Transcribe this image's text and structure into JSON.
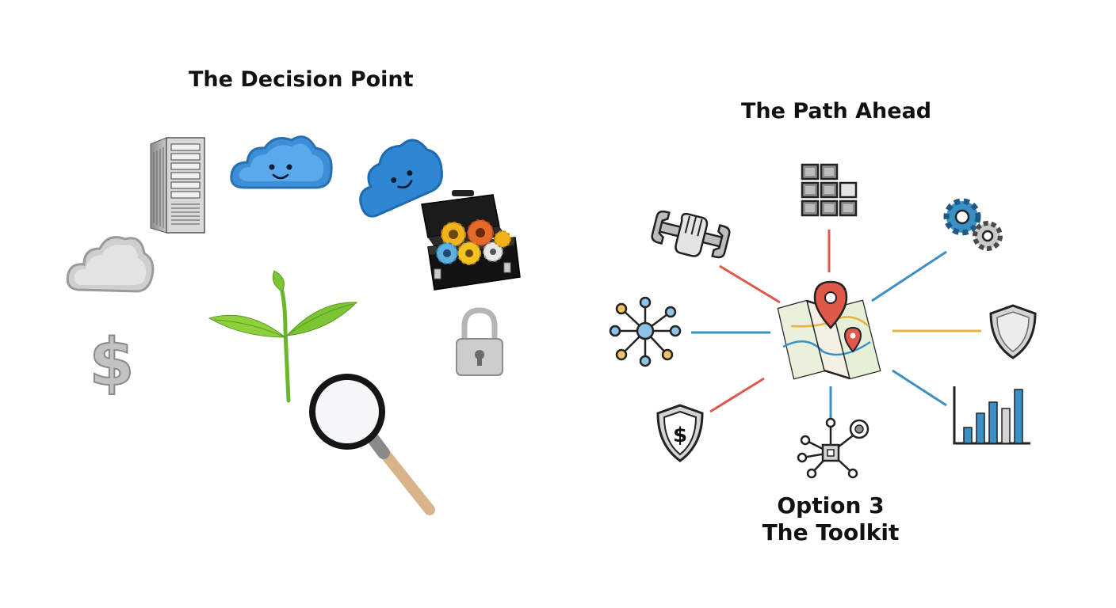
{
  "left_panel": {
    "title": "The Decision Point",
    "items": [
      "server-rack",
      "blue-cloud",
      "blue-cloud-tilted",
      "toolbox-gears",
      "grey-cloud",
      "dollar-sign",
      "padlock",
      "sprout",
      "magnifying-glass"
    ]
  },
  "right_panel": {
    "title": "The Path Ahead",
    "hub": "map-pin-icon",
    "spokes": [
      {
        "icon": "grid-blocks-icon",
        "line_color": "#e0584a"
      },
      {
        "icon": "gears-icon",
        "line_color": "#3a8fc4"
      },
      {
        "icon": "shield-icon",
        "line_color": "#e8b43a"
      },
      {
        "icon": "bar-chart-icon",
        "line_color": "#3a8fc4"
      },
      {
        "icon": "chip-network-icon",
        "line_color": "#3a8fc4"
      },
      {
        "icon": "dollar-shield-icon",
        "line_color": "#e0584a"
      },
      {
        "icon": "network-node-icon",
        "line_color": "#3a8fc4"
      },
      {
        "icon": "wrench-hand-icon",
        "line_color": "#e0584a"
      }
    ],
    "option_label": "Option 3",
    "option_name": "The Toolkit"
  }
}
